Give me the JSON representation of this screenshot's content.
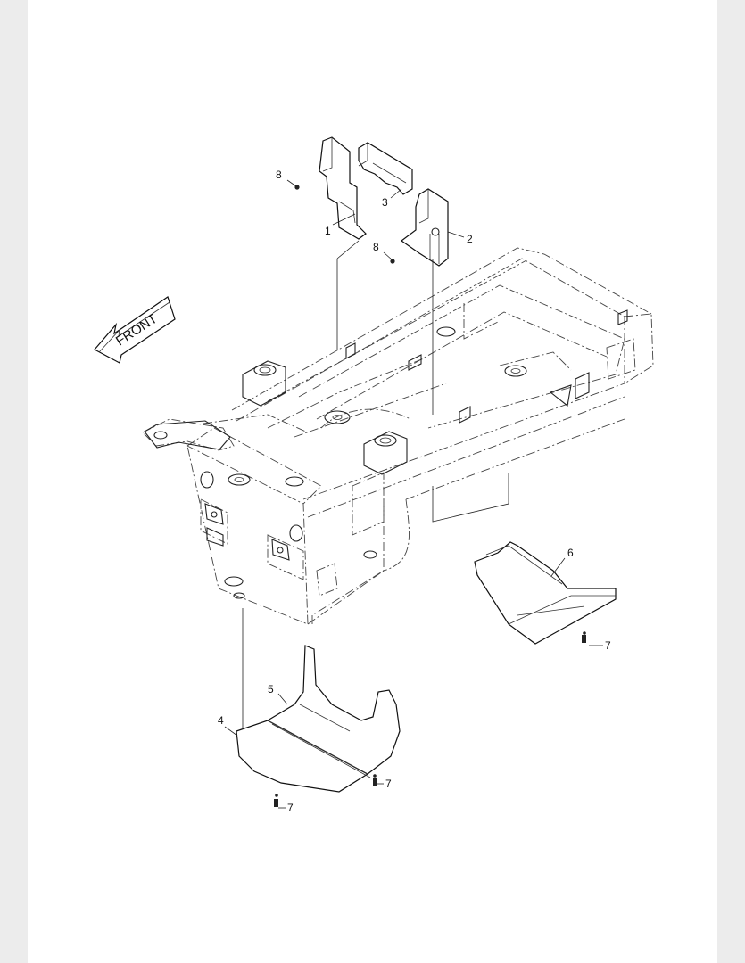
{
  "diagram": {
    "front_label": "FRONT",
    "callouts": [
      {
        "id": "c1",
        "text": "1"
      },
      {
        "id": "c2",
        "text": "2"
      },
      {
        "id": "c3",
        "text": "3"
      },
      {
        "id": "c4",
        "text": "4"
      },
      {
        "id": "c5",
        "text": "5"
      },
      {
        "id": "c6",
        "text": "6"
      },
      {
        "id": "c7a",
        "text": "7"
      },
      {
        "id": "c7b",
        "text": "7"
      },
      {
        "id": "c7c",
        "text": "7"
      },
      {
        "id": "c8a",
        "text": "8"
      },
      {
        "id": "c8b",
        "text": "8"
      }
    ]
  }
}
